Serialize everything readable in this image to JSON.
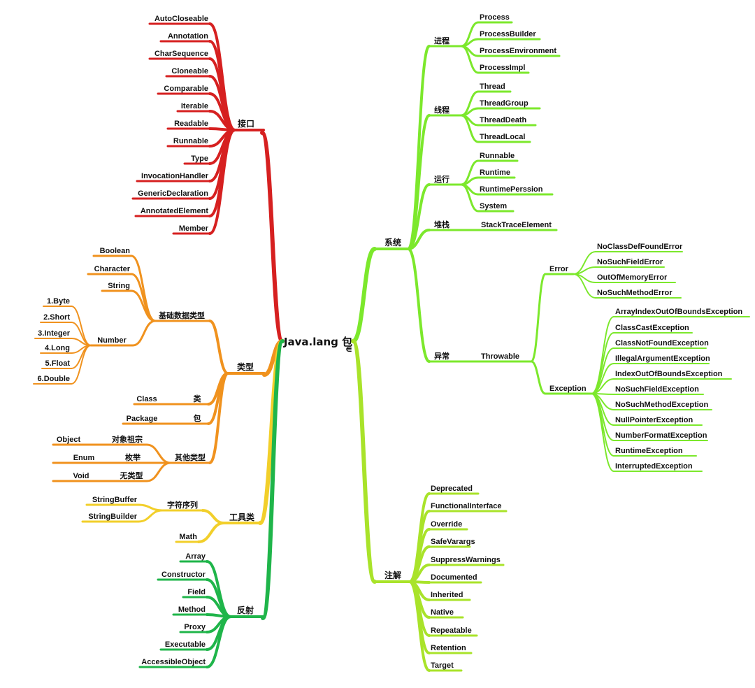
{
  "root": {
    "label": "Java.lang 包",
    "sub": "⋹"
  },
  "colors": {
    "interfaces": "#d62020",
    "types": "#f0921e",
    "tools": "#f2cf2a",
    "reflection": "#1fb54a",
    "system": "#7ce82c",
    "annotations": "#a9e32a"
  },
  "branches": {
    "interfaces": {
      "label": "接口",
      "items": [
        "AutoCloseable",
        "Annotation",
        "CharSequence",
        "Cloneable",
        "Comparable",
        "Iterable",
        "Readable",
        "Runnable",
        "Type",
        "InvocationHandler",
        "GenericDeclaration",
        "AnnotatedElement",
        "Member"
      ]
    },
    "types": {
      "label": "类型",
      "basic": {
        "label": "基础数据类型",
        "items": [
          "Boolean",
          "Character",
          "String"
        ],
        "number": {
          "label": "Number",
          "items": [
            "1.Byte",
            "2.Short",
            "3.Integer",
            "4.Long",
            "5.Float",
            "6.Double"
          ]
        }
      },
      "class": {
        "en": "Class",
        "zh": "类"
      },
      "package": {
        "en": "Package",
        "zh": "包"
      },
      "other": {
        "label": "其他类型",
        "items": [
          {
            "en": "Object",
            "zh": "对象祖宗"
          },
          {
            "en": "Enum",
            "zh": "枚举"
          },
          {
            "en": "Void",
            "zh": "无类型"
          }
        ]
      }
    },
    "tools": {
      "label": "工具类",
      "seq": {
        "label": "字符序列",
        "items": [
          "StringBuffer",
          "StringBuilder"
        ]
      },
      "math": "Math"
    },
    "reflection": {
      "label": "反射",
      "items": [
        "Array",
        "Constructor",
        "Field",
        "Method",
        "Proxy",
        "Executable",
        "AccessibleObject"
      ]
    },
    "system": {
      "label": "系统",
      "process": {
        "label": "进程",
        "items": [
          "Process",
          "ProcessBuilder",
          "ProcessEnvironment",
          "ProcessImpl"
        ]
      },
      "thread": {
        "label": "线程",
        "items": [
          "Thread",
          "ThreadGroup",
          "ThreadDeath",
          "ThreadLocal"
        ]
      },
      "runtime": {
        "label": "运行",
        "items": [
          "Runnable",
          "Runtime",
          "RuntimePerssion",
          "System"
        ]
      },
      "stack": {
        "label": "堆栈",
        "item": "StackTraceElement"
      },
      "exception": {
        "label": "异常",
        "throwable": "Throwable",
        "error": {
          "label": "Error",
          "items": [
            "NoClassDefFoundError",
            "NoSuchFieldError",
            "OutOfMemoryError",
            "NoSuchMethodError"
          ]
        },
        "exception": {
          "label": "Exception",
          "items": [
            "ArrayIndexOutOfBoundsException",
            "ClassCastException",
            "ClassNotFoundException",
            "IllegalArgumentException",
            "IndexOutOfBoundsException",
            "NoSuchFieldException",
            "NoSuchMethodException",
            "NullPointerException",
            "NumberFormatException",
            "RuntimeException",
            "InterruptedException"
          ]
        }
      }
    },
    "annotations": {
      "label": "注解",
      "items": [
        "Deprecated",
        "FunctionalInterface",
        "Override",
        "SafeVarargs",
        "SuppressWarnings",
        "Documented",
        "Inherited",
        "Native",
        "Repeatable",
        "Retention",
        "Target"
      ]
    }
  }
}
